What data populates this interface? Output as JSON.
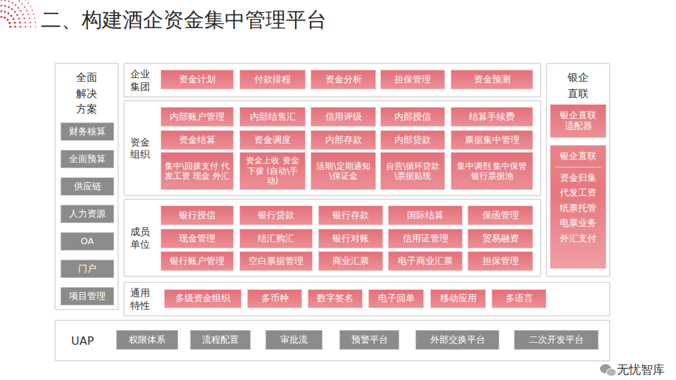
{
  "diagram": {
    "title": "二、构建酒企资金集中管理平台",
    "nodes": [
      {
        "text": [
          "全面 解决 方案"
        ]
      },
      {
        "text": [
          "财务核算"
        ],
        "in": 0
      },
      {
        "text": [
          "全面预算"
        ],
        "in": 0
      },
      {
        "text": [
          "供应链"
        ],
        "in": 0
      },
      {
        "text": [
          "人力资源"
        ],
        "in": 0
      },
      {
        "text": [
          "OA"
        ],
        "in": 0
      },
      {
        "text": [
          "门户"
        ],
        "in": 0
      },
      {
        "text": [
          "项目管理"
        ],
        "in": 0
      },
      {
        "text": [
          "企业 集团"
        ]
      },
      {
        "text": [
          "资金计划"
        ],
        "in": 8
      },
      {
        "text": [
          "付款排程"
        ],
        "in": 8
      },
      {
        "text": [
          "资金分析"
        ],
        "in": 8
      },
      {
        "text": [
          "担保管理"
        ],
        "in": 8
      },
      {
        "text": [
          "资金预测"
        ],
        "in": 8
      },
      {
        "text": [
          "资金 组织"
        ]
      },
      {
        "text": [
          "内部账户管理"
        ],
        "in": 14
      },
      {
        "text": [
          "内部结售汇"
        ],
        "in": 14
      },
      {
        "text": [
          "信用评级"
        ],
        "in": 14
      },
      {
        "text": [
          "内部授信"
        ],
        "in": 14
      },
      {
        "text": [
          "结算手续费"
        ],
        "in": 14
      },
      {
        "text": [
          "资金结算"
        ],
        "in": 14
      },
      {
        "text": [
          "资金调度"
        ],
        "in": 14
      },
      {
        "text": [
          "内部存款"
        ],
        "in": 14
      },
      {
        "text": [
          "内部贷款"
        ],
        "in": 14
      },
      {
        "text": [
          "票据集中管理"
        ],
        "in": 14
      },
      {
        "text": [
          "集中\\回拨支付 代发工资 现金 外汇"
        ],
        "in": 14
      },
      {
        "text": [
          "资金上收 资金下拨 (自动\\手动)"
        ],
        "in": 14
      },
      {
        "text": [
          "活期\\定期通知\\保证金"
        ],
        "in": 14
      },
      {
        "text": [
          "自营\\循环贷款\\票据贴现"
        ],
        "in": 14
      },
      {
        "text": [
          "集中调剂 集中保管 银行票据池"
        ],
        "in": 14
      },
      {
        "text": [
          "成员 单位"
        ]
      },
      {
        "text": [
          "银行授信"
        ],
        "in": 30
      },
      {
        "text": [
          "银行贷款"
        ],
        "in": 30
      },
      {
        "text": [
          "银行存款"
        ],
        "in": 30
      },
      {
        "text": [
          "国际结算"
        ],
        "in": 30
      },
      {
        "text": [
          "保函管理"
        ],
        "in": 30
      },
      {
        "text": [
          "现金管理"
        ],
        "in": 30
      },
      {
        "text": [
          "结汇购汇"
        ],
        "in": 30
      },
      {
        "text": [
          "银行对账"
        ],
        "in": 30
      },
      {
        "text": [
          "信用证管理"
        ],
        "in": 30
      },
      {
        "text": [
          "贸易融资"
        ],
        "in": 30
      },
      {
        "text": [
          "银行账户管理"
        ],
        "in": 30
      },
      {
        "text": [
          "空白票据管理"
        ],
        "in": 30
      },
      {
        "text": [
          "商业汇票"
        ],
        "in": 30
      },
      {
        "text": [
          "电子商业汇票"
        ],
        "in": 30
      },
      {
        "text": [
          "担保管理"
        ],
        "in": 30
      },
      {
        "text": [
          "银企 直联"
        ]
      },
      {
        "text": [
          "银企直联 适配器"
        ],
        "in": 46
      },
      {
        "text": [
          "银企直联",
          "资金归集 代发工资 纸票托管 电票业务 外汇支付"
        ],
        "in": 46
      },
      {
        "text": [
          "通用 特性"
        ]
      },
      {
        "text": [
          "多级资金组织"
        ],
        "in": 49
      },
      {
        "text": [
          "多币种"
        ],
        "in": 49
      },
      {
        "text": [
          "数字签名"
        ],
        "in": 49
      },
      {
        "text": [
          "电子回单"
        ],
        "in": 49
      },
      {
        "text": [
          "移动应用"
        ],
        "in": 49
      },
      {
        "text": [
          "多语言"
        ],
        "in": 49
      },
      {
        "text": [
          "UAP"
        ]
      },
      {
        "text": [
          "权限体系"
        ],
        "in": 56
      },
      {
        "text": [
          "流程配置"
        ],
        "in": 56
      },
      {
        "text": [
          "审批流"
        ],
        "in": 56
      },
      {
        "text": [
          "预警平台"
        ],
        "in": 56
      },
      {
        "text": [
          "外部交换平台"
        ],
        "in": 56
      },
      {
        "text": [
          "二次开发平台"
        ],
        "in": 56
      }
    ],
    "labels": [
      "无忧智库"
    ]
  }
}
